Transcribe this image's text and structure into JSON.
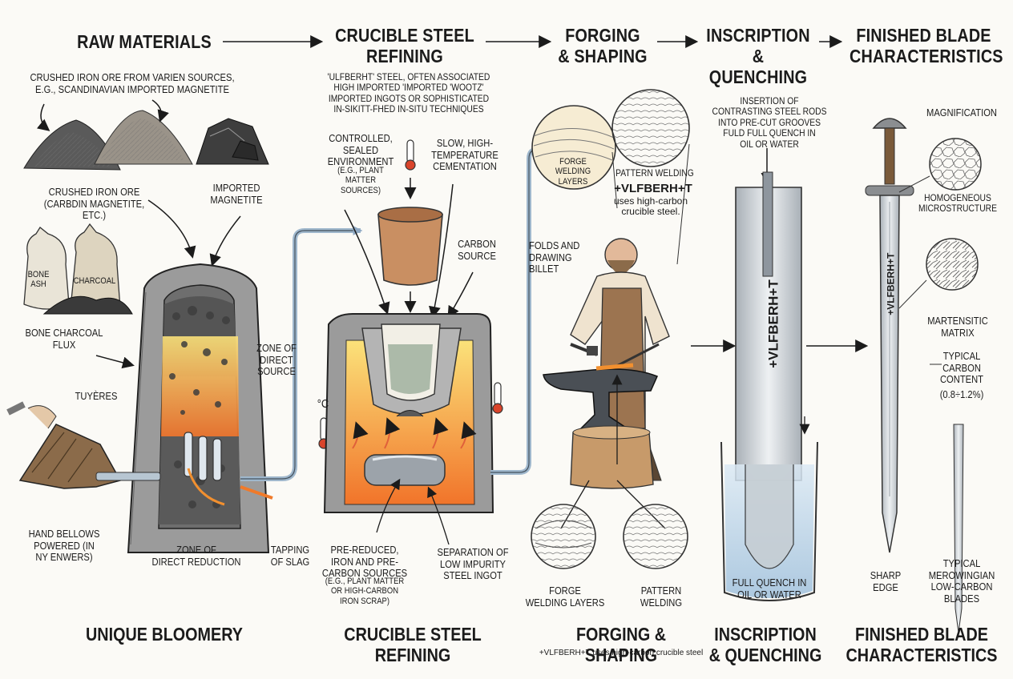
{
  "headers": {
    "raw": "RAW MATERIALS",
    "crucible": "CRUCIBLE STEEL\nREFINING",
    "forging": "FORGING\n& SHAPING",
    "inscription": "INSCRIPTION\n& QUENCHING",
    "finished": "FINISHED BLADE\nCHARACTERISTICS"
  },
  "raw": {
    "ore_sources": "CRUSHED IRON ORE FROM VARIEN SOURCES,\nE.G., SCANDINAVIAN IMPORTED MAGNETITE",
    "crushed_ore": "CRUSHED IRON ORE\n(CARBDIN MAGNETITE,\nETC.)",
    "imported_magnetite": "IMPORTED\nMAGNETITE",
    "bone_ash": "BONE\nASH",
    "charcoal": "CHARCOAL",
    "flux": "BONE CHARCOAL\nFLUX",
    "tuyeres": "TUYÈRES",
    "zone_source": "ZONE OF\nDIRECT\nSOURCE",
    "bellows": "HAND BELLOWS\nPOWERED (IN\nNY ENWERS)",
    "zone_reduction": "ZONE OF\nDIRECT REDUCTION",
    "tapping": "TAPPING\nOF SLAG"
  },
  "crucible": {
    "desc": "'ULFBERHT' STEEL, OFTEN ASSOCIATED\nHIGH IMPORTED 'IMPORTED 'WOOTZ'\nIMPORTED INGOTS OR SOPHISTICATED\nIN-SIKITT-FHED IN-SITU TECHNIQUES",
    "controlled": "CONTROLLED,\nSEALED\nENVIRONMENT",
    "controlled_eg": "(E.G., PLANT\nMATTER\nSOURCES)",
    "slow": "SLOW, HIGH-\nTEMPERATURE\nCEMENTATION",
    "carbon": "CARBON\nSOURCE",
    "deg": "°C",
    "prereduced": "PRE-REDUCED,\nIRON AND PRE-\nCARBON SOURCES",
    "prereduced_eg": "(E.G., PLANT MATTER\nOR HIGH-CARBON\nIRON SCRAP)",
    "separation": "SEPARATION OF\nLOW IMPURITY\nSTEEL INGOT"
  },
  "forging": {
    "forge_layers_circle": "FORGE\nWELDING\nLAYERS",
    "pattern_welding": "PATTERN WELDING",
    "inscription_mark": "+VLFBERH+T",
    "uses": "uses high-carbon\ncrucible steel.",
    "folds": "FOLDS AND\nDRAWING\nBILLET",
    "forge_layers": "FORGE\nWELDING LAYERS",
    "pattern_welding_bottom": "PATTERN\nWELDING"
  },
  "inscription": {
    "insertion": "INSERTION OF\nCONTRASTING STEEL RODS\nINTO PRE-CUT GROOVES\nFULD FULL QUENCH IN\nOIL OR WATER",
    "blade_mark": "+VLFBERH+T",
    "full_quench": "FULL QUENCH IN\nOIL OR WATER"
  },
  "finished": {
    "magnification": "MAGNIFICATION",
    "homogeneous": "HOMOGENEOUS\nMICROSTRUCTURE",
    "martensitic": "MARTENSITIC\nMATRIX",
    "typical_carbon": "TYPICAL\nCARBON\nCONTENT",
    "carbon_range": "(0.8÷1.2%)",
    "blade_mark": "+VLFBERH+T",
    "sharp_edge": "SHARP\nEDGE",
    "merowingian": "TYPICAL\nMEROWINGIAN\nLOW-CARBON\nBLADES"
  },
  "bottom": {
    "bloomery": "UNIQUE BLOOMERY",
    "crucible": "CRUCIBLE STEEL\nREFINING",
    "forging": "FORGING & SHAPING",
    "forging_sub": "+VLFBERH+T uses high-carbon crucible steel",
    "inscription": "INSCRIPTION\n& QUENCHING",
    "finished": "FINISHED BLADE\nCHARACTERISTICS"
  },
  "colors": {
    "ink": "#1b1b1b",
    "stone": "#8d8d8d",
    "fire": "#f2902f",
    "water": "#c7dcec",
    "steel": "#c9ced3"
  }
}
